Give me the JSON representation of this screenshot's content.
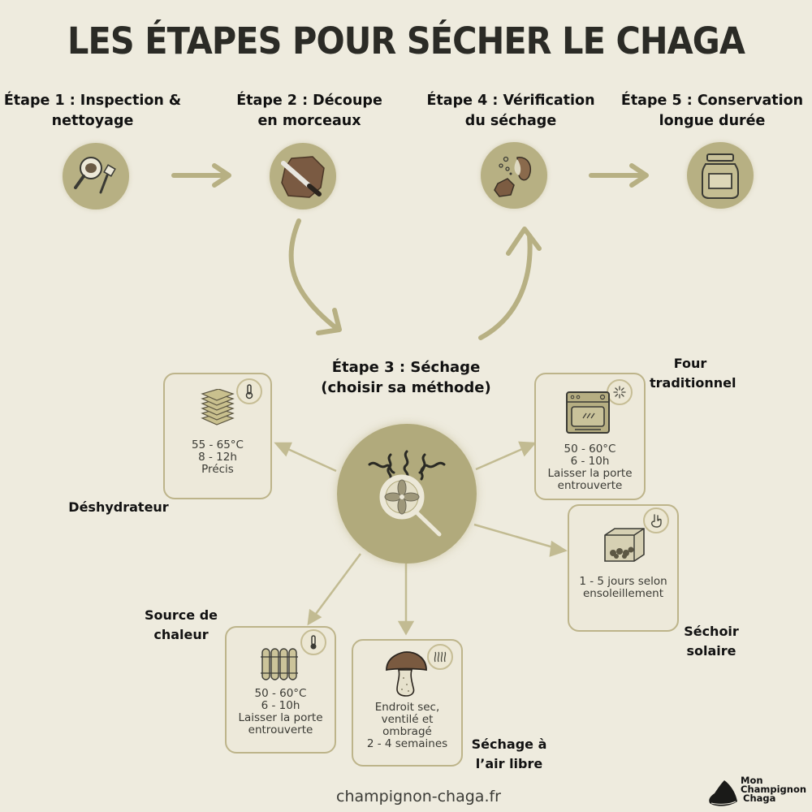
{
  "title": "LES ÉTAPES POUR SÉCHER LE CHAGA",
  "colors": {
    "background": "#eeebde",
    "accent": "#b7b083",
    "card_border": "#bdb48a",
    "text": "#1d1d1b"
  },
  "steps": [
    {
      "line1": "Étape 1 : Inspection &",
      "line2": "nettoyage",
      "icon": "magnifier-brush-icon"
    },
    {
      "line1": "Étape 2 : Découpe",
      "line2": "en morceaux",
      "icon": "knife-chaga-icon"
    },
    {
      "line1": "Étape 3 : Séchage",
      "line2": "(choisir sa méthode)",
      "icon": "fan-magnifier-heat-icon"
    },
    {
      "line1": "Étape 4 : Vérification",
      "line2": "du séchage",
      "icon": "crumbling-mushroom-icon"
    },
    {
      "line1": "Étape 5 : Conservation",
      "line2": "longue durée",
      "icon": "jar-icon"
    }
  ],
  "methods": {
    "deshydrateur": {
      "name": "Déshydrateur",
      "lines": [
        "55 - 65°C",
        "8 - 12h",
        "Précis"
      ],
      "icon": "dehydrator-trays-icon",
      "badge": "thermometer-icon"
    },
    "four": {
      "name_line1": "Four",
      "name_line2": "traditionnel",
      "lines": [
        "50 - 60°C",
        "6 - 10h",
        "Laisser la porte",
        "entrouverte"
      ],
      "icon": "oven-icon",
      "badge": "fan-icon"
    },
    "solaire": {
      "name_line1": "Séchoir",
      "name_line2": "solaire",
      "lines": [
        "1 - 5 jours selon",
        "ensoleillement"
      ],
      "icon": "solar-dryer-box-icon",
      "badge": "hand-icon"
    },
    "chaleur": {
      "name_line1": "Source de",
      "name_line2": "chaleur",
      "lines": [
        "50 - 60°C",
        "6 - 10h",
        "Laisser la porte",
        "entrouverte"
      ],
      "icon": "radiator-icon",
      "badge": "thermometer-icon"
    },
    "air_libre": {
      "name_line1": "Séchage à",
      "name_line2": "l’air libre",
      "lines": [
        "Endroit sec,",
        "ventilé et",
        "ombragé",
        "2 - 4 semaines"
      ],
      "icon": "mushroom-icon",
      "badge": "air-flow-icon"
    }
  },
  "footer": {
    "url": "champignon-chaga.fr",
    "logo_line1": "Mon",
    "logo_line2": "Champignon",
    "logo_line3": "Chaga"
  }
}
